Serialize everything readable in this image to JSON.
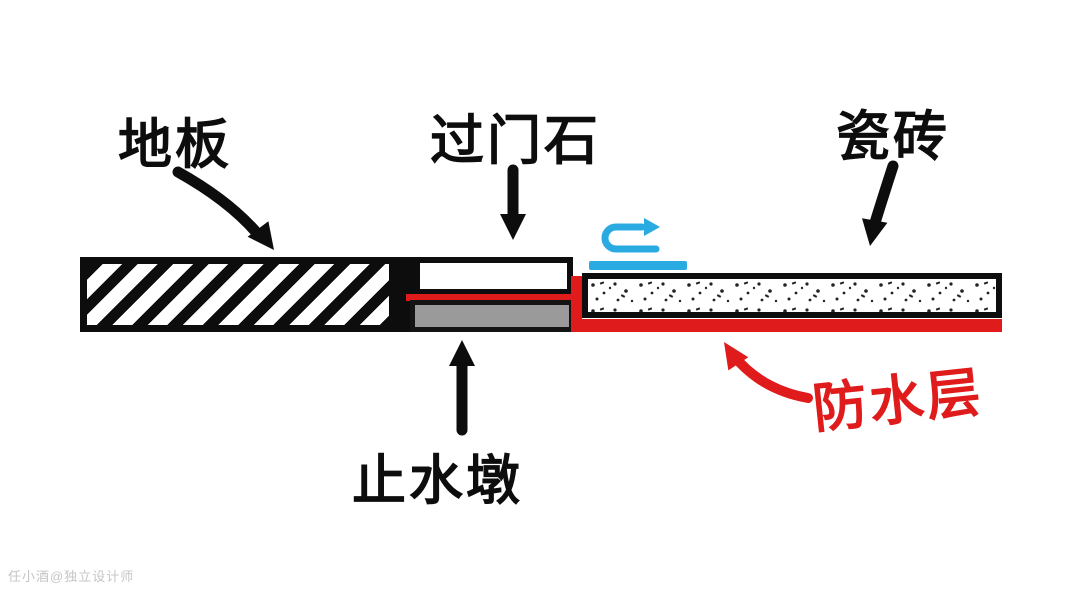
{
  "diagram": {
    "title_hint": "doorway-threshold-waterproofing-cross-section",
    "labels": {
      "floor": "地板",
      "threshold_stone": "过门石",
      "tile": "瓷砖",
      "water_stop_pier": "止水墩",
      "waterproof_layer": "防水层"
    },
    "watermark": "任小酒@独立设计师",
    "colors": {
      "outline_black": "#0d0d0d",
      "waterproof_red": "#e01b1b",
      "water_blue": "#29abe2",
      "pier_gray": "#9a9a9a",
      "background": "#ffffff"
    }
  }
}
